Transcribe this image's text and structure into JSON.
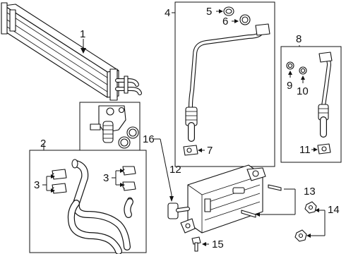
{
  "callouts": {
    "c1": "1",
    "c2": "2",
    "c3a": "3",
    "c3b": "3",
    "c4": "4",
    "c5": "5",
    "c6": "6",
    "c7": "7",
    "c8": "8",
    "c9": "9",
    "c10": "10",
    "c11": "11",
    "c12": "12",
    "c13": "13",
    "c14": "14",
    "c15": "15",
    "c16": "16"
  }
}
